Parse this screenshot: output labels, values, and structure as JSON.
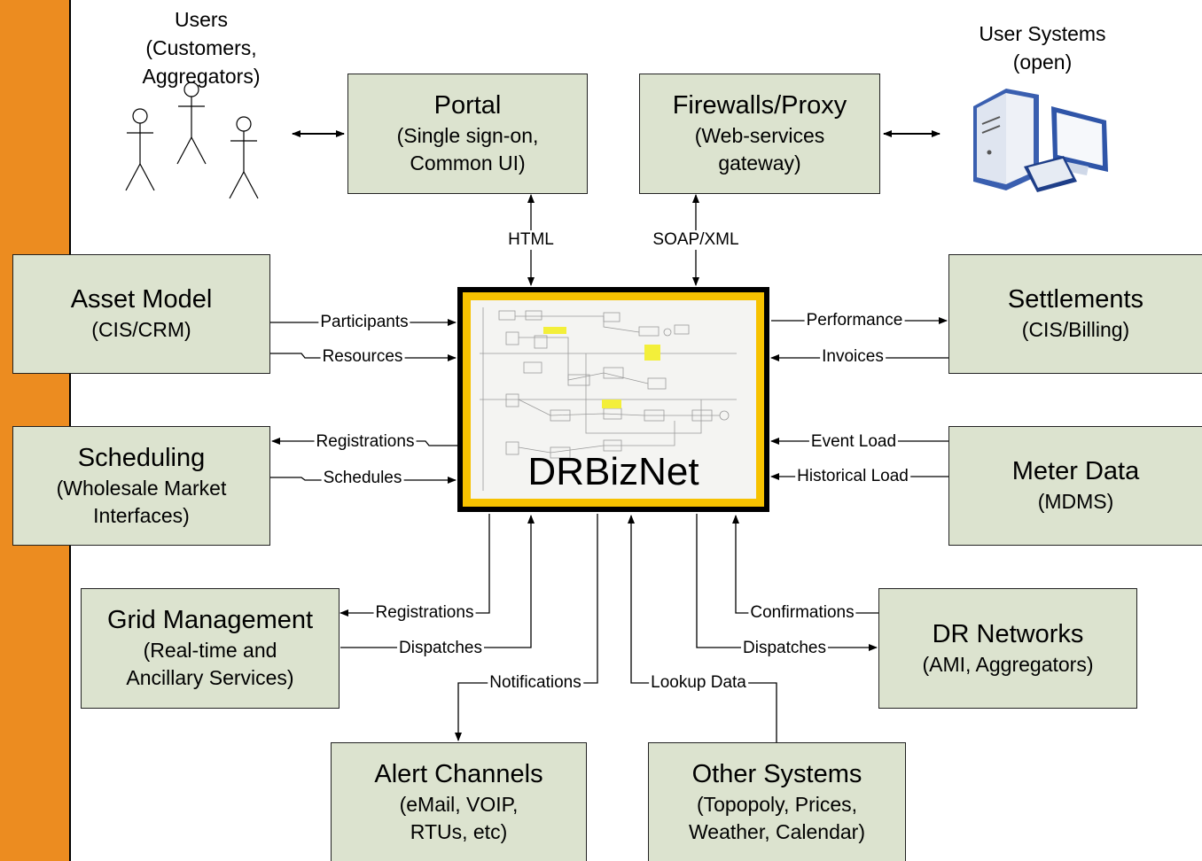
{
  "users": {
    "caption": "Users\n(Customers,\nAggregators)"
  },
  "user_systems": {
    "caption": "User Systems\n(open)"
  },
  "nodes": {
    "portal": {
      "title": "Portal",
      "subtitle": "(Single sign-on,\nCommon UI)"
    },
    "firewalls": {
      "title": "Firewalls/Proxy",
      "subtitle": "(Web-services\ngateway)"
    },
    "asset_model": {
      "title": "Asset Model",
      "subtitle": "(CIS/CRM)"
    },
    "settlements": {
      "title": "Settlements",
      "subtitle": "(CIS/Billing)"
    },
    "scheduling": {
      "title": "Scheduling",
      "subtitle": "(Wholesale Market\nInterfaces)"
    },
    "meter_data": {
      "title": "Meter Data",
      "subtitle": "(MDMS)"
    },
    "grid_management": {
      "title": "Grid Management",
      "subtitle": "(Real-time and\nAncillary Services)"
    },
    "dr_networks": {
      "title": "DR Networks",
      "subtitle": "(AMI, Aggregators)"
    },
    "alert_channels": {
      "title": "Alert Channels",
      "subtitle": "(eMail, VOIP,\nRTUs, etc)"
    },
    "other_systems": {
      "title": "Other Systems",
      "subtitle": "(Topopoly, Prices,\nWeather, Calendar)"
    }
  },
  "hub": {
    "title": "DRBizNet"
  },
  "protocols": {
    "html": "HTML",
    "soap": "SOAP/XML"
  },
  "flows": {
    "participants": "Participants",
    "resources": "Resources",
    "performance": "Performance",
    "invoices": "Invoices",
    "registrations_scheduling": "Registrations",
    "schedules": "Schedules",
    "event_load": "Event Load",
    "historical_load": "Historical Load",
    "registrations_grid": "Registrations",
    "dispatches_grid": "Dispatches",
    "confirmations": "Confirmations",
    "dispatches_dr": "Dispatches",
    "notifications": "Notifications",
    "lookup_data": "Lookup Data"
  },
  "colors": {
    "sidebar": "#EC8C20",
    "box_fill": "#DCE3CF",
    "hub_frame": "#F7C200",
    "hub_border": "#000000"
  },
  "icons": [
    "stick-figure-user-icon",
    "desktop-computer-icon",
    "bidirectional-arrow-icon"
  ]
}
